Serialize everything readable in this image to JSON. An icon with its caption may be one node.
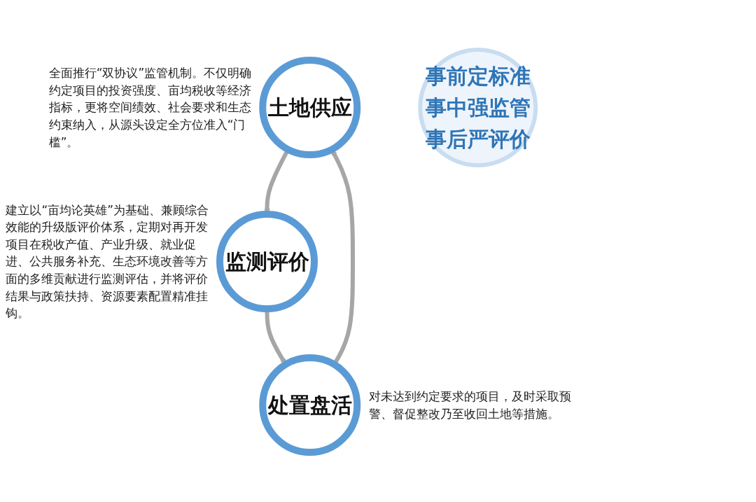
{
  "diagram": {
    "nodes": [
      {
        "text": [
          "土地供应"
        ],
        "beside": [
          "全面推行“双协议”监管机制。不仅明确约定项目的投资强度、亩均税收等经济指标，更将空间绩效、社会要求和生态约束纳入，从源头设定全方位准入“门槛”。"
        ]
      },
      {
        "text": [
          "事前定标准",
          "事中强监管",
          "事后严评价"
        ]
      },
      {
        "text": [
          "处置盘活"
        ],
        "beside": [
          "对未达到约定要求的项目，及时采取预警、督促整改乃至收回土地等措施。"
        ]
      },
      {
        "text": [
          "监测评价"
        ],
        "beside": [
          "建立以“亩均论英雄”为基础、兼顾综合效能的升级版评价体系，定期对再开发项目在税收产值、产业升级、就业促进、公共服务补充、生态环境改善等方面的多维贡献进行监测评估，并将评价结果与政策扶持、资源要素配置精准挂钩。"
        ]
      }
    ],
    "edges": [
      {
        "from": 0,
        "to": 3,
        "arrow": "to"
      },
      {
        "from": 3,
        "to": 2,
        "arrow": "to"
      },
      {
        "from": 2,
        "to": 0,
        "arrow": "to"
      }
    ]
  }
}
